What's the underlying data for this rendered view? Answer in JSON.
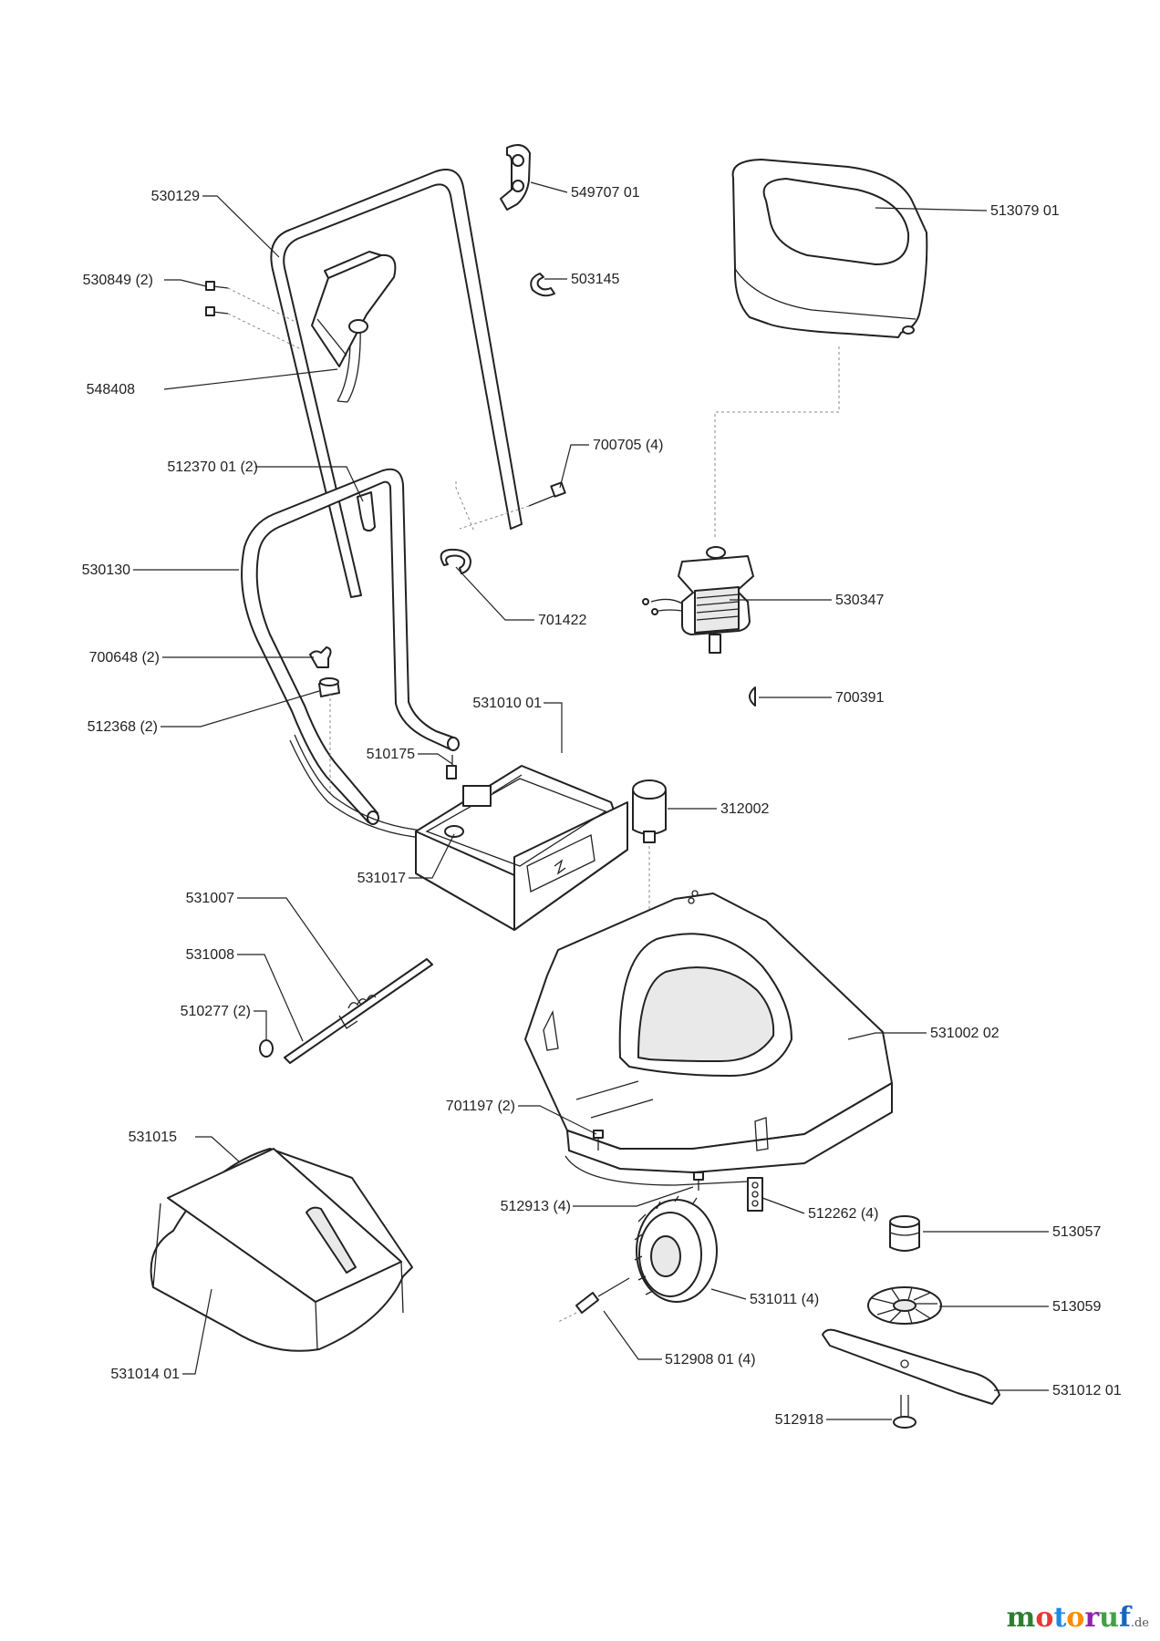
{
  "diagram": {
    "labels": {
      "p530129": "530129",
      "p530849": "530849 (2)",
      "p548408": "548408",
      "p549707": "549707 01",
      "p503145": "503145",
      "p513079": "513079 01",
      "p512370": "512370 01 (2)",
      "p700705": "700705 (4)",
      "p530130": "530130",
      "p701422": "701422",
      "p530347": "530347",
      "p700648": "700648 (2)",
      "p512368": "512368 (2)",
      "p531010": "531010 01",
      "p700391": "700391",
      "p510175": "510175",
      "p312002": "312002",
      "p531017": "531017",
      "p531007": "531007",
      "p531008": "531008",
      "p510277": "510277 (2)",
      "p531002": "531002 02",
      "p701197": "701197 (2)",
      "p531015": "531015",
      "p512913": "512913 (4)",
      "p512262": "512262 (4)",
      "p513057": "513057",
      "p531011": "531011 (4)",
      "p513059": "513059",
      "p512908": "512908 01 (4)",
      "p531012": "531012 01",
      "p531014": "531014 01",
      "p512918": "512918"
    }
  },
  "watermark": {
    "m1": "m",
    "o1": "o",
    "t": "t",
    "o2": "o",
    "r": "r",
    "u": "u",
    "f": "f",
    "suffix": ".de",
    "colors": {
      "m1": "#2e7d32",
      "o1": "#e53935",
      "t": "#1e88e5",
      "o2": "#fb8c00",
      "r": "#8e24aa",
      "u": "#43a047",
      "f": "#1565c0"
    }
  }
}
